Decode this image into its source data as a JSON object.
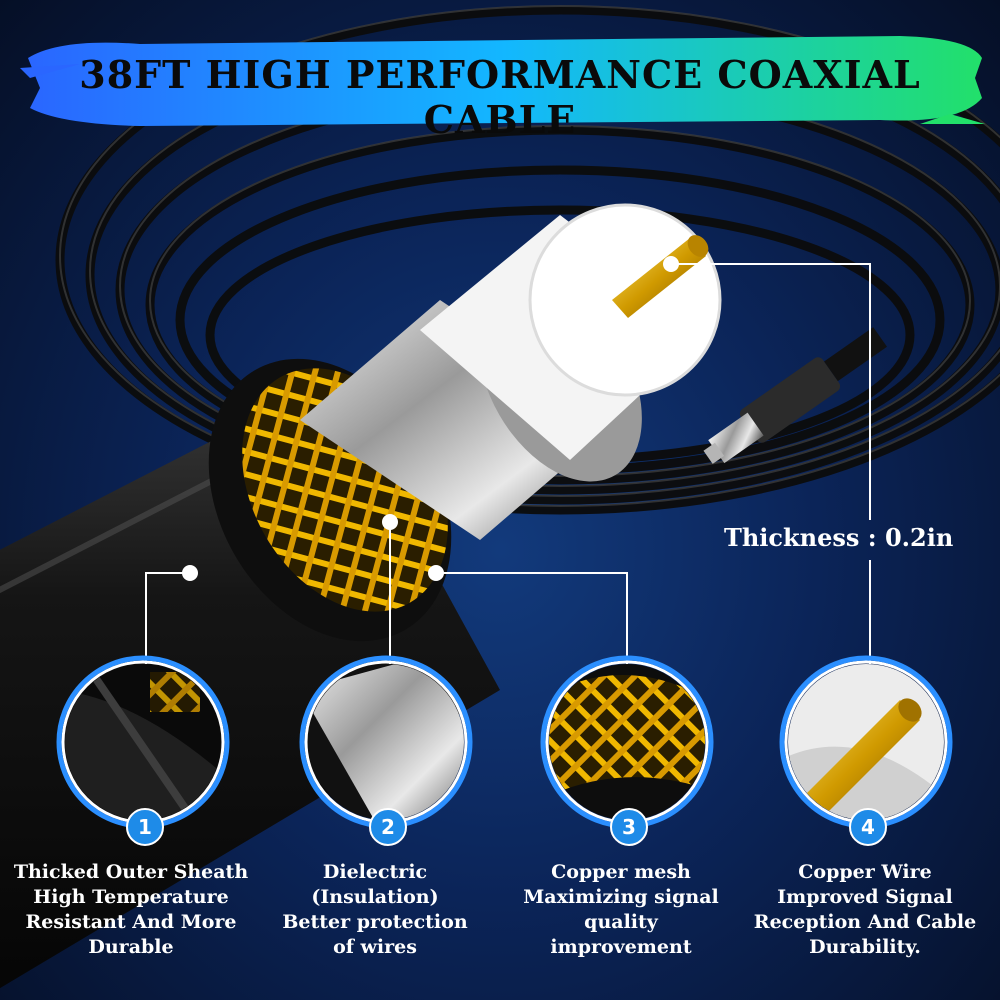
{
  "title": "38FT HIGH PERFORMANCE COAXIAL CABLE",
  "thickness_label": "Thickness : 0.2in",
  "colors": {
    "background": "#0b2458",
    "banner_left": "#2a66ff",
    "banner_mid": "#13b7ff",
    "banner_right": "#22e06a",
    "badge": "#1e8be8",
    "ring": "#2b8fff",
    "copper": "#d6a400",
    "sheath": "#1a1a1a"
  },
  "features": [
    {
      "number": "1",
      "icon": "outer-sheath",
      "lines": [
        "Thicked Outer Sheath",
        "High Temperature",
        "Resistant And More",
        "Durable"
      ]
    },
    {
      "number": "2",
      "icon": "dielectric-insulation",
      "lines": [
        "Dielectric",
        "(Insulation)",
        "Better protection",
        "of wires"
      ]
    },
    {
      "number": "3",
      "icon": "copper-mesh",
      "lines": [
        "Copper mesh",
        "Maximizing signal",
        "quality",
        "improvement"
      ]
    },
    {
      "number": "4",
      "icon": "copper-wire",
      "lines": [
        "Copper Wire",
        "Improved Signal",
        "Reception And Cable",
        "Durability."
      ]
    }
  ]
}
